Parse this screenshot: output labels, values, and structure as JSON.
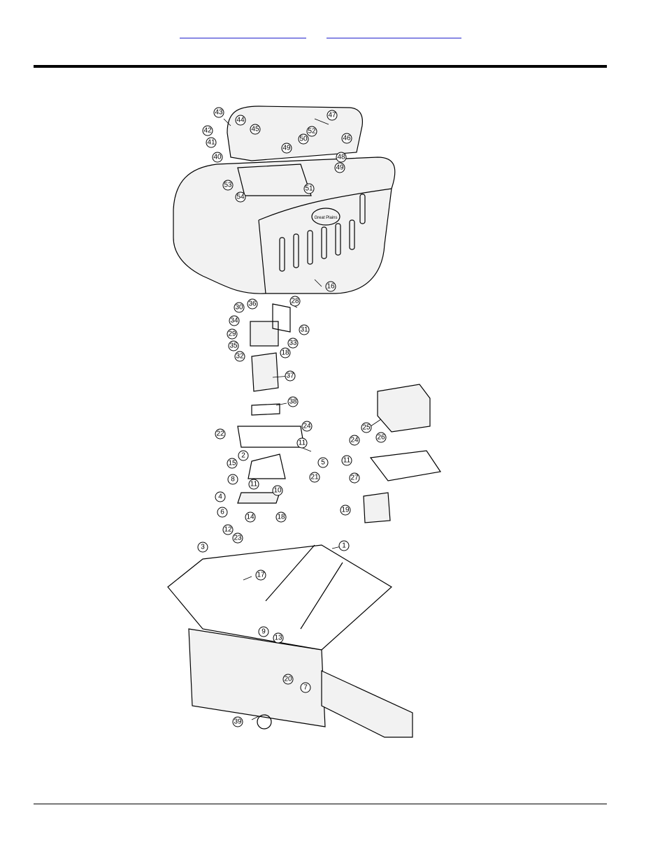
{
  "header": {
    "links": [
      {
        "text": ""
      },
      {
        "text": ""
      }
    ]
  },
  "diagram": {
    "logo_text": "Great Plains",
    "callouts": [
      "43",
      "44",
      "42",
      "45",
      "47",
      "41",
      "52",
      "50",
      "46",
      "40",
      "49",
      "48",
      "49",
      "53",
      "54",
      "51",
      "16",
      "36",
      "28",
      "30",
      "34",
      "31",
      "29",
      "33",
      "35",
      "18",
      "32",
      "37",
      "38",
      "25",
      "24",
      "22",
      "11",
      "26",
      "24",
      "2",
      "5",
      "15",
      "21",
      "11",
      "8",
      "10",
      "27",
      "11",
      "19",
      "4",
      "18",
      "6",
      "14",
      "12",
      "23",
      "3",
      "1",
      "17",
      "9",
      "13",
      "20",
      "7",
      "39"
    ]
  }
}
